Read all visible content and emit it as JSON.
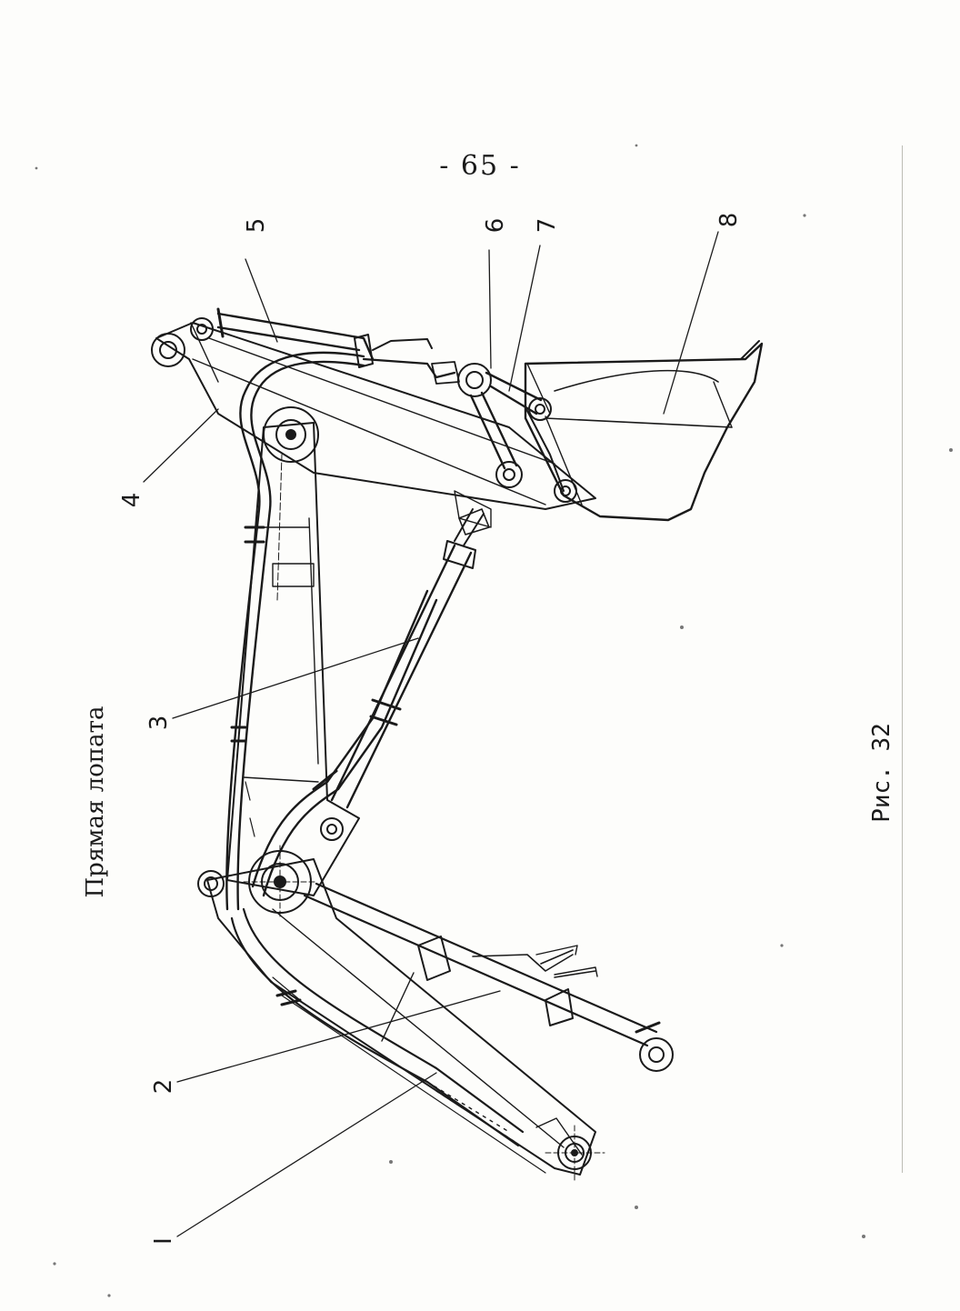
{
  "page": {
    "number": "- 65 -"
  },
  "figure": {
    "title": "Прямая лопата",
    "caption": "Рис. 32",
    "callouts": [
      "I",
      "2",
      "3",
      "4",
      "5",
      "6",
      "7",
      "8"
    ]
  }
}
